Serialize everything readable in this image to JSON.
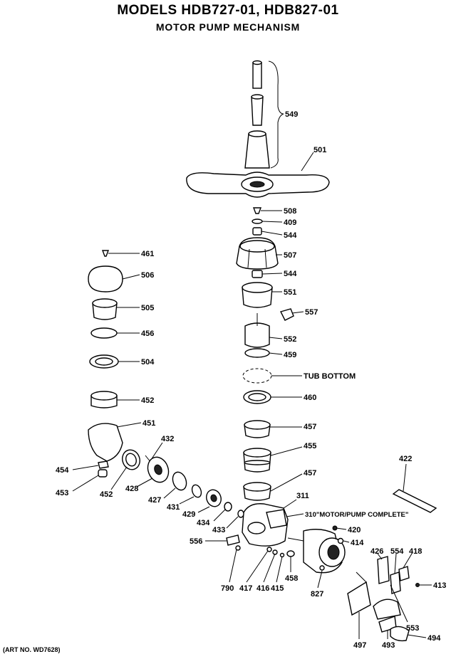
{
  "header": {
    "title": "MODELS HDB727-01, HDB827-01",
    "subtitle": "MOTOR PUMP MECHANISM"
  },
  "footer": {
    "art_no": "(ART NO. WD7628)"
  },
  "callouts": [
    {
      "id": "549",
      "text": "549"
    },
    {
      "id": "501",
      "text": "501"
    },
    {
      "id": "508",
      "text": "508"
    },
    {
      "id": "409",
      "text": "409"
    },
    {
      "id": "544a",
      "text": "544"
    },
    {
      "id": "507",
      "text": "507"
    },
    {
      "id": "544b",
      "text": "544"
    },
    {
      "id": "551",
      "text": "551"
    },
    {
      "id": "557",
      "text": "557"
    },
    {
      "id": "552",
      "text": "552"
    },
    {
      "id": "459",
      "text": "459"
    },
    {
      "id": "tub",
      "text": "TUB BOTTOM"
    },
    {
      "id": "460",
      "text": "460"
    },
    {
      "id": "457a",
      "text": "457"
    },
    {
      "id": "455",
      "text": "455"
    },
    {
      "id": "457b",
      "text": "457"
    },
    {
      "id": "311",
      "text": "311"
    },
    {
      "id": "310",
      "text": "310\"MOTOR/PUMP COMPLETE\""
    },
    {
      "id": "420",
      "text": "420"
    },
    {
      "id": "414",
      "text": "414"
    },
    {
      "id": "422",
      "text": "422"
    },
    {
      "id": "461",
      "text": "461"
    },
    {
      "id": "506",
      "text": "506"
    },
    {
      "id": "505",
      "text": "505"
    },
    {
      "id": "456",
      "text": "456"
    },
    {
      "id": "504",
      "text": "504"
    },
    {
      "id": "452a",
      "text": "452"
    },
    {
      "id": "451",
      "text": "451"
    },
    {
      "id": "432",
      "text": "432"
    },
    {
      "id": "454",
      "text": "454"
    },
    {
      "id": "453",
      "text": "453"
    },
    {
      "id": "452b",
      "text": "452"
    },
    {
      "id": "428",
      "text": "428"
    },
    {
      "id": "427",
      "text": "427"
    },
    {
      "id": "431",
      "text": "431"
    },
    {
      "id": "429",
      "text": "429"
    },
    {
      "id": "434",
      "text": "434"
    },
    {
      "id": "433",
      "text": "433"
    },
    {
      "id": "556",
      "text": "556"
    },
    {
      "id": "790",
      "text": "790"
    },
    {
      "id": "417",
      "text": "417"
    },
    {
      "id": "416",
      "text": "416"
    },
    {
      "id": "415",
      "text": "415"
    },
    {
      "id": "458",
      "text": "458"
    },
    {
      "id": "827",
      "text": "827"
    },
    {
      "id": "426",
      "text": "426"
    },
    {
      "id": "554",
      "text": "554"
    },
    {
      "id": "418",
      "text": "418"
    },
    {
      "id": "413",
      "text": "413"
    },
    {
      "id": "553",
      "text": "553"
    },
    {
      "id": "497",
      "text": "497"
    },
    {
      "id": "493",
      "text": "493"
    },
    {
      "id": "494",
      "text": "494"
    }
  ]
}
